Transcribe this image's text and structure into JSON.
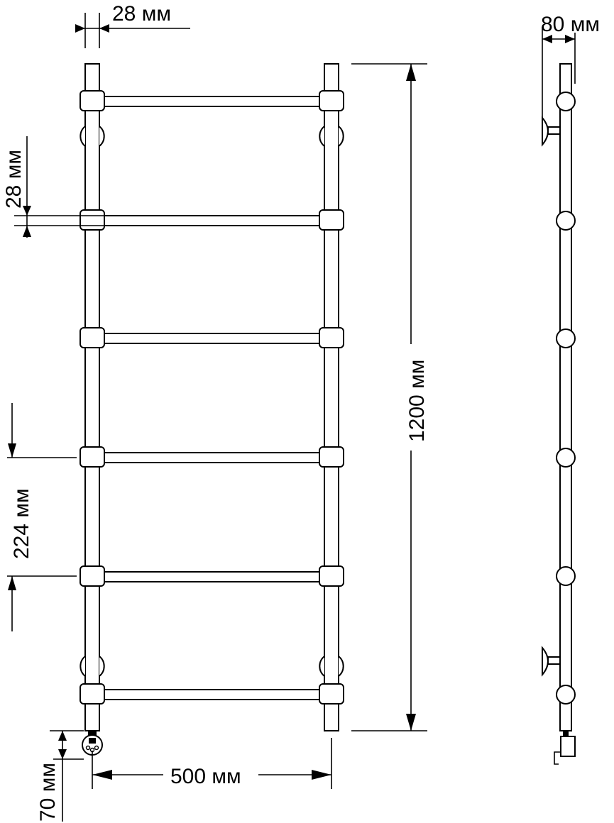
{
  "drawing": {
    "front_view": {
      "rungs": 6,
      "dimensions": {
        "pipe_diameter_top": "28 мм",
        "pipe_diameter_side": "28 мм",
        "rung_spacing": "224 мм",
        "total_height": "1200 мм",
        "width": "500 мм",
        "heater_offset": "70 мм"
      }
    },
    "side_view": {
      "dimensions": {
        "wall_depth": "80 мм"
      }
    },
    "colors": {
      "line": "#000000",
      "background": "#ffffff"
    }
  }
}
